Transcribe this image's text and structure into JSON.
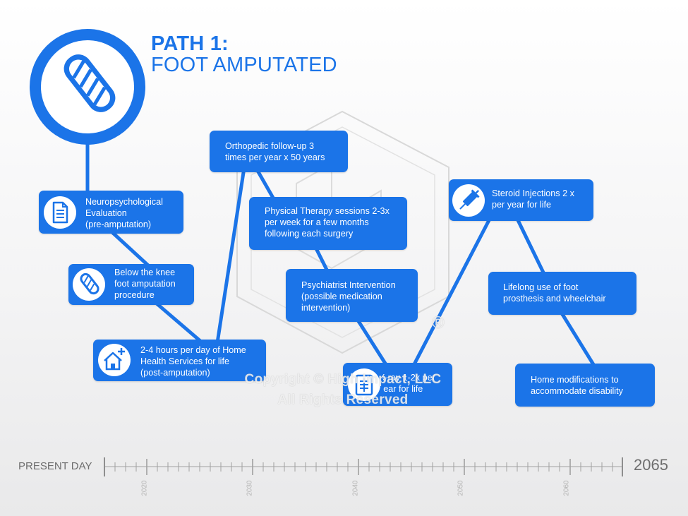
{
  "title": {
    "line1": "PATH 1:",
    "line2": "FOOT AMPUTATED"
  },
  "colors": {
    "primary": "#1b74e8",
    "timeline": "#a0a0a0",
    "text_gray": "#6e6e6e"
  },
  "main_icon": "bandaged-foot-icon",
  "events": [
    {
      "id": "neuro",
      "text": "Neuropsychological\nEvaluation\n(pre-amputation)",
      "icon": "document-icon"
    },
    {
      "id": "below-knee",
      "text": "Below the knee\nfoot amputation\nprocedure",
      "icon": "bandaged-foot-icon"
    },
    {
      "id": "home-health",
      "text": "2-4 hours per day of Home\nHealth Services for life\n(post-amputation)",
      "icon": "house-plus-icon"
    },
    {
      "id": "ortho",
      "text": "Orthopedic follow-up 3\ntimes per year x 50 years",
      "icon": ""
    },
    {
      "id": "pt",
      "text": "Physical Therapy sessions 2-3x\nper week for a few months\nfollowing each surgery",
      "icon": ""
    },
    {
      "id": "psych",
      "text": "Psychiatrist Intervention\n(possible medication\nintervention)",
      "icon": ""
    },
    {
      "id": "xray",
      "text": "X-ray 1-2x per\nyear for life",
      "icon": "xray-icon"
    },
    {
      "id": "steroid",
      "text": "Steroid Injections 2 x\nper year for life",
      "icon": "syringe-icon"
    },
    {
      "id": "prosthesis",
      "text": "Lifelong use of foot\nprosthesis and wheelchair",
      "icon": ""
    },
    {
      "id": "home-mod",
      "text": "Home modifications to\naccommodate disability",
      "icon": ""
    }
  ],
  "timeline": {
    "start_label": "PRESENT DAY",
    "end_label": "2065",
    "ticks": [
      "2020",
      "2030",
      "2040",
      "2050",
      "2060"
    ]
  },
  "watermark": {
    "line1": "Copyright © High Impact, LLC",
    "line2": "All Rights Reserved",
    "mark": "®"
  }
}
